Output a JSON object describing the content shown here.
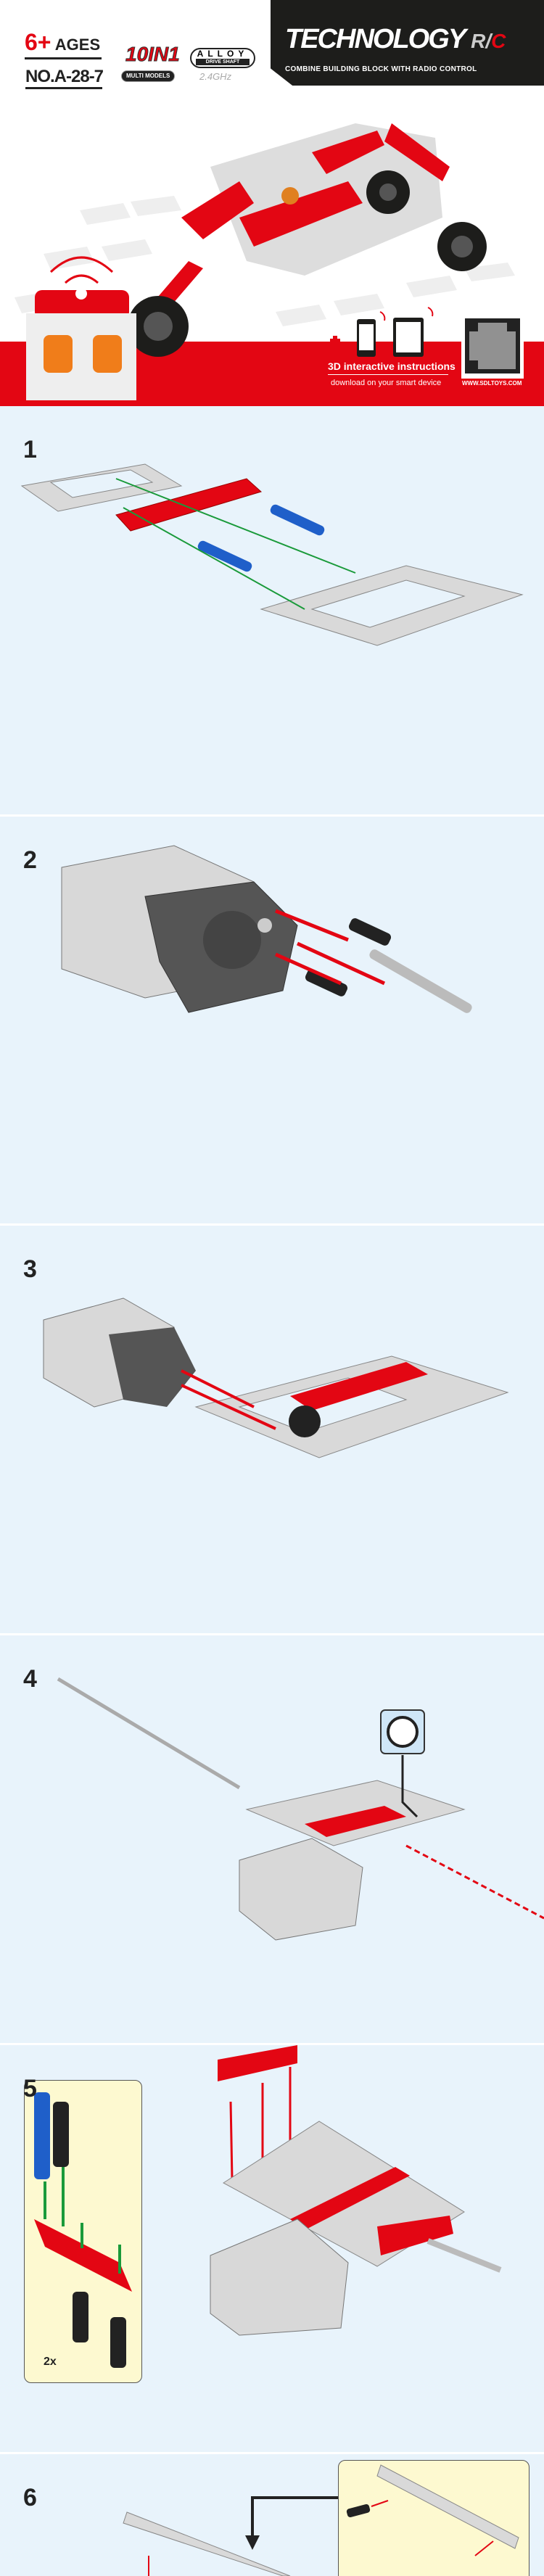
{
  "header": {
    "age_number": "6+",
    "age_label": "AGES",
    "model_number": "NO.A-28-7",
    "badge_10in1": "10IN1",
    "badge_multi_models": "MULTI MODELS",
    "badge_alloy": "ALLOY",
    "badge_drive_shaft": "DRIVE SHAFT",
    "badge_frequency": "2.4GHz",
    "brand_title": "TECHNOLOGY",
    "brand_rc_prefix": "R/",
    "brand_rc_suffix": "C",
    "brand_tagline": "COMBINE BUILDING BLOCK WITH RADIO CONTROL",
    "app_title": "3D interactive instructions",
    "app_subtitle": "download on your smart device",
    "website": "WWW.SDLTOYS.COM"
  },
  "colors": {
    "red": "#e30613",
    "dark": "#1d1d1b",
    "step_bg": "#e8f3fb",
    "inset_bg": "#fdf9d0",
    "green_arrow": "#1a9a3a"
  },
  "steps": [
    {
      "number": "1"
    },
    {
      "number": "2"
    },
    {
      "number": "3"
    },
    {
      "number": "4"
    },
    {
      "number": "5",
      "inset_qty": "2x"
    },
    {
      "number": "6"
    }
  ]
}
